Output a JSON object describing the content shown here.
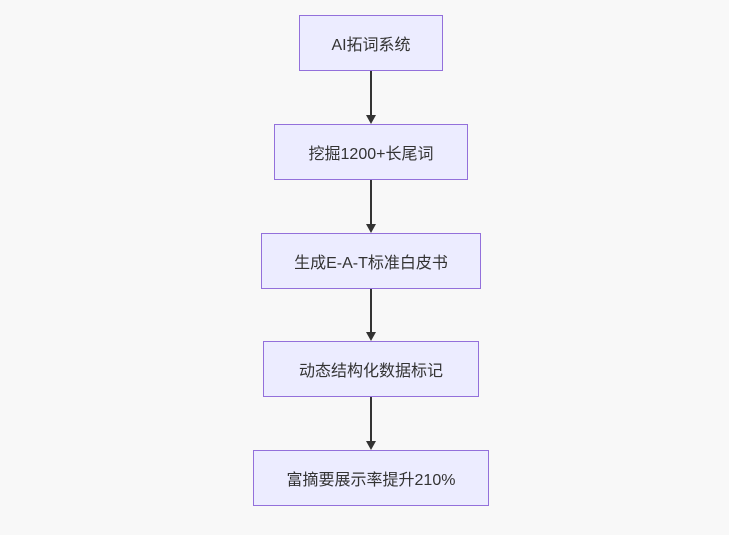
{
  "diagram": {
    "type": "flowchart",
    "direction": "top-down",
    "colors": {
      "background": "#f8f8f8",
      "node_fill": "#ECECFF",
      "node_border": "#9370DB",
      "node_text": "#333333",
      "arrow": "#333333"
    },
    "nodes": [
      {
        "label": "AI拓词系统"
      },
      {
        "label": "挖掘1200+长尾词"
      },
      {
        "label": "生成E-A-T标准白皮书"
      },
      {
        "label": "动态结构化数据标记"
      },
      {
        "label": "富摘要展示率提升210%"
      }
    ],
    "edges": [
      {
        "from": 0,
        "to": 1,
        "style": "arrow"
      },
      {
        "from": 1,
        "to": 2,
        "style": "arrow"
      },
      {
        "from": 2,
        "to": 3,
        "style": "arrow"
      },
      {
        "from": 3,
        "to": 4,
        "style": "arrow"
      }
    ]
  }
}
